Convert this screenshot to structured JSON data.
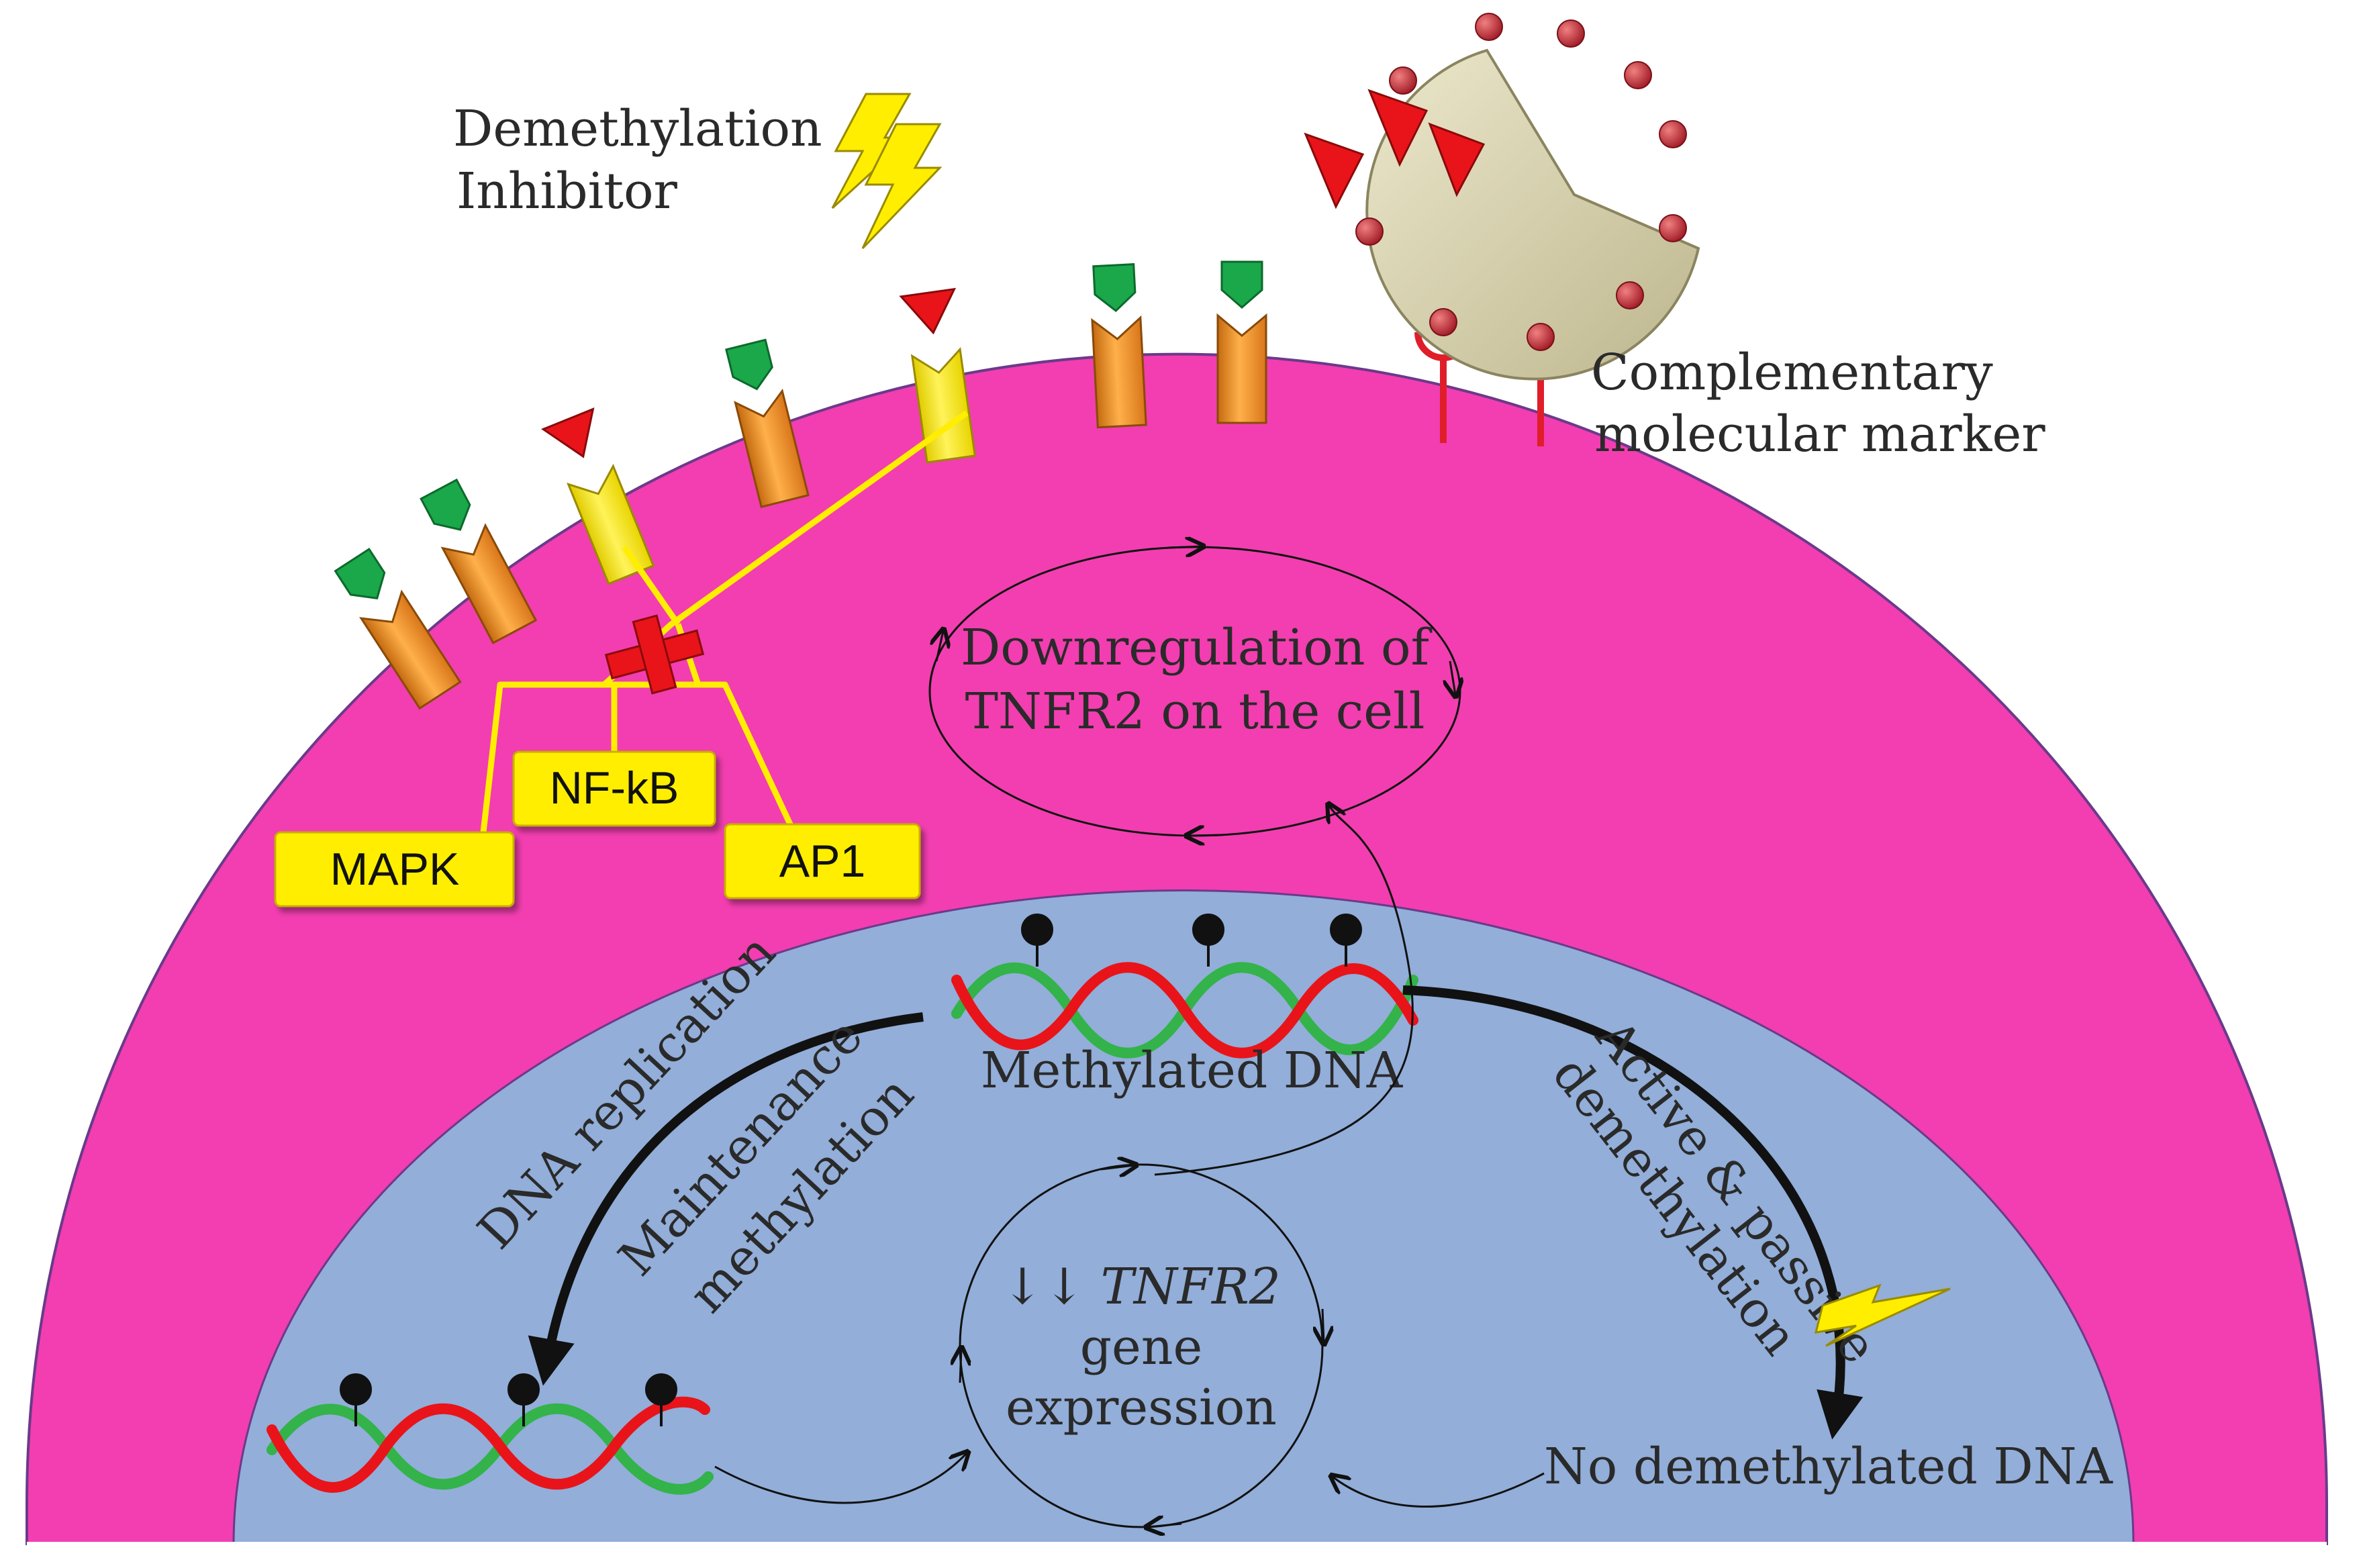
{
  "colors": {
    "cytoplasm": "#f23eb0",
    "nucleus": "#92aed9",
    "receptor_orange": "#f08a1e",
    "receptor_yellow": "#ffee00",
    "ligand_green": "#1aa84a",
    "ligand_red": "#e8141a",
    "pathway_box": "#ffee00",
    "dna_red": "#e8141a",
    "dna_green": "#33b34a",
    "marker_red": "#e01e2a",
    "bead": "#c0303a",
    "pacman": "#d7d2b0",
    "arrow": "#111111"
  },
  "labels": {
    "demethylation_inhibitor": [
      "Demethylation",
      "Inhibitor"
    ],
    "complementary_marker": [
      "Complementary",
      "molecular marker"
    ],
    "downregulation": [
      "Downregulation of",
      "TNFR2  on the cell"
    ],
    "mapk": "MAPK",
    "nfkb": "NF-kB",
    "ap1": "AP1",
    "methylated_dna": "Methylated DNA",
    "dna_replication": "DNA replication",
    "maintenance_methylation": [
      "Maintenance",
      "methylation"
    ],
    "active_passive": [
      "Active & passive",
      "demethylation"
    ],
    "gene_expression_arrows": "↓↓",
    "gene_name": "TNFR2",
    "gene_expression": [
      "gene",
      "expression"
    ],
    "no_demethylated": "No demethylated DNA"
  },
  "icons": {
    "inhibitor": "lightning-bolt-icon",
    "block": "red-cross-icon",
    "methyl": "methyl-lollipop-icon",
    "macrophage": "pacman-cell-icon"
  }
}
